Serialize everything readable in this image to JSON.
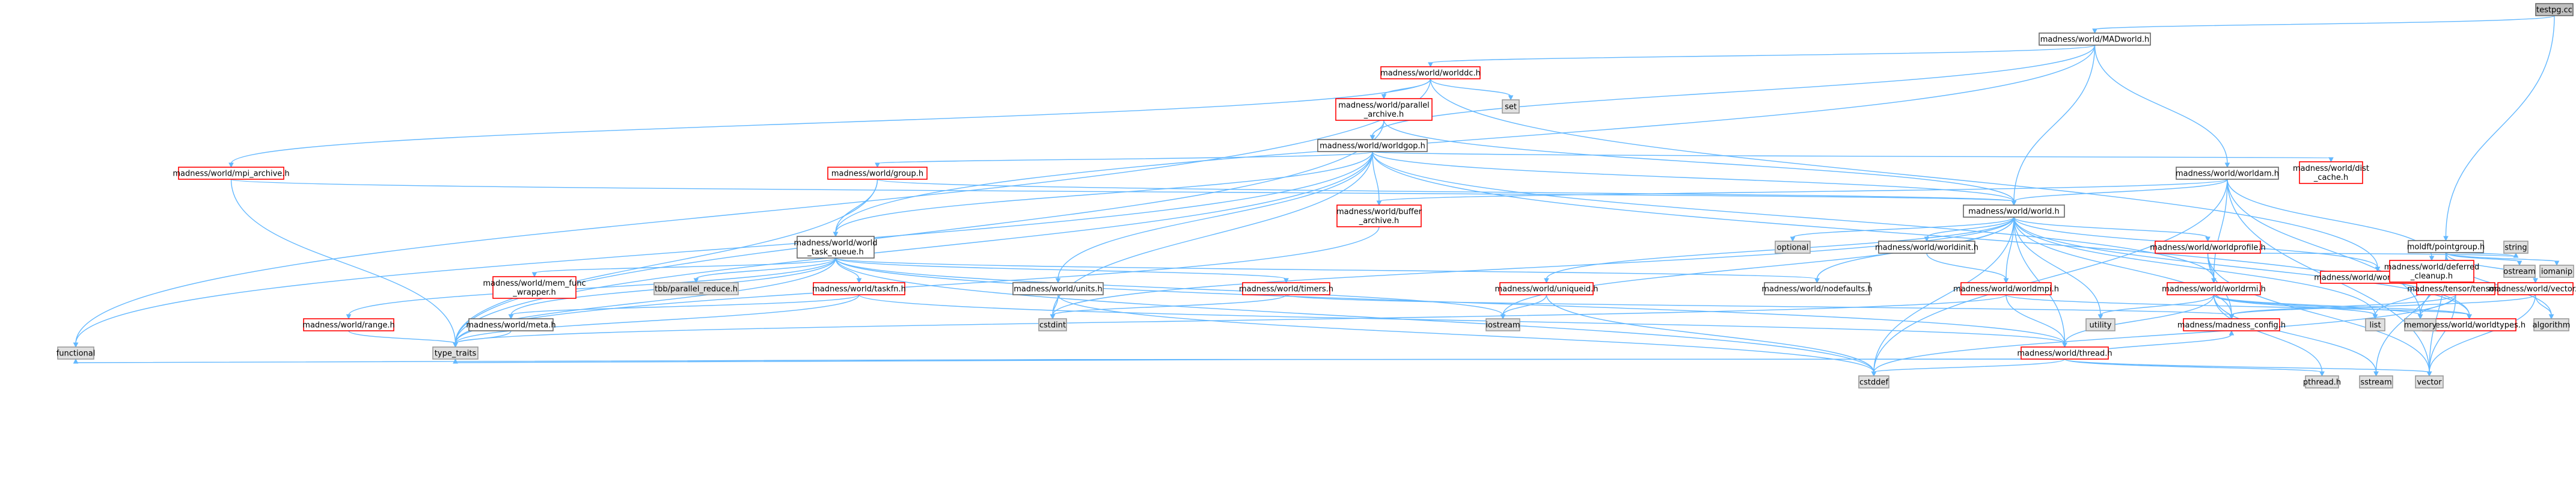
{
  "title": "testpg.cc",
  "nodes": [
    {
      "id": "testpg",
      "label": "testpg.cc",
      "style": "root"
    },
    {
      "id": "MADworld",
      "label": "madness/world/MADworld.h",
      "style": "black"
    },
    {
      "id": "pointgroup",
      "label": "moldft/pointgroup.h",
      "style": "black"
    },
    {
      "id": "worlddc",
      "label": "madness/world/worlddc.h",
      "style": "red"
    },
    {
      "id": "worldam",
      "label": "madness/world/worldam.h",
      "style": "black"
    },
    {
      "id": "parallel_archive",
      "label": "madness/world/parallel\n_archive.h",
      "style": "red"
    },
    {
      "id": "set",
      "label": "set",
      "style": "grey"
    },
    {
      "id": "worldgop",
      "label": "madness/world/worldgop.h",
      "style": "black"
    },
    {
      "id": "mpi_archive",
      "label": "madness/world/mpi_archive.h",
      "style": "red"
    },
    {
      "id": "group",
      "label": "madness/world/group.h",
      "style": "red"
    },
    {
      "id": "buffer_archive",
      "label": "madness/world/buffer\n_archive.h",
      "style": "red"
    },
    {
      "id": "world",
      "label": "madness/world/world.h",
      "style": "black"
    },
    {
      "id": "dist_cache",
      "label": "madness/world/dist\n_cache.h",
      "style": "red"
    },
    {
      "id": "world_task_queue",
      "label": "madness/world/world\n_task_queue.h",
      "style": "black"
    },
    {
      "id": "optional",
      "label": "optional",
      "style": "grey"
    },
    {
      "id": "worldinit",
      "label": "madness/world/worldinit.h",
      "style": "black"
    },
    {
      "id": "worldprofile",
      "label": "madness/world/worldprofile.h",
      "style": "red"
    },
    {
      "id": "worldhashmap",
      "label": "madness/world/worldhashmap.h",
      "style": "red"
    },
    {
      "id": "mem_func_wrapper",
      "label": "madness/world/mem_func\n_wrapper.h",
      "style": "red"
    },
    {
      "id": "tbb_parallel_reduce",
      "label": "tbb/parallel_reduce.h",
      "style": "grey"
    },
    {
      "id": "taskfn",
      "label": "madness/world/taskfn.h",
      "style": "red"
    },
    {
      "id": "units",
      "label": "madness/world/units.h",
      "style": "black"
    },
    {
      "id": "timers",
      "label": "madness/world/timers.h",
      "style": "red"
    },
    {
      "id": "uniqueid",
      "label": "madness/world/uniqueid.h",
      "style": "red"
    },
    {
      "id": "nodefaults",
      "label": "madness/world/nodefaults.h",
      "style": "black"
    },
    {
      "id": "worldmpi",
      "label": "madness/world/worldmpi.h",
      "style": "red"
    },
    {
      "id": "worldrmi",
      "label": "madness/world/worldrmi.h",
      "style": "red"
    },
    {
      "id": "deferred_cleanup",
      "label": "madness/world/deferred\n_cleanup.h",
      "style": "red"
    },
    {
      "id": "string",
      "label": "string",
      "style": "grey"
    },
    {
      "id": "tensor",
      "label": "madness/tensor/tensor.h",
      "style": "red"
    },
    {
      "id": "vector_h",
      "label": "madness/world/vector.h",
      "style": "red"
    },
    {
      "id": "ostream",
      "label": "ostream",
      "style": "grey"
    },
    {
      "id": "iomanip",
      "label": "iomanip",
      "style": "grey"
    },
    {
      "id": "range",
      "label": "madness/world/range.h",
      "style": "red"
    },
    {
      "id": "meta",
      "label": "madness/world/meta.h",
      "style": "black"
    },
    {
      "id": "cstdint",
      "label": "cstdint",
      "style": "grey"
    },
    {
      "id": "iostream",
      "label": "iostream",
      "style": "grey"
    },
    {
      "id": "madness_config",
      "label": "madness/madness_config.h",
      "style": "red"
    },
    {
      "id": "thread",
      "label": "madness/world/thread.h",
      "style": "red"
    },
    {
      "id": "worldtypes",
      "label": "madness/world/worldtypes.h",
      "style": "red"
    },
    {
      "id": "utility",
      "label": "utility",
      "style": "grey"
    },
    {
      "id": "list",
      "label": "list",
      "style": "grey"
    },
    {
      "id": "memory",
      "label": "memory",
      "style": "grey"
    },
    {
      "id": "algorithm",
      "label": "algorithm",
      "style": "grey"
    },
    {
      "id": "functional",
      "label": "functional",
      "style": "grey"
    },
    {
      "id": "type_traits",
      "label": "type_traits",
      "style": "grey"
    },
    {
      "id": "cstddef",
      "label": "cstddef",
      "style": "grey"
    },
    {
      "id": "pthread",
      "label": "pthread.h",
      "style": "grey"
    },
    {
      "id": "sstream",
      "label": "sstream",
      "style": "grey"
    },
    {
      "id": "vector",
      "label": "vector",
      "style": "grey"
    }
  ],
  "edges": [
    [
      "testpg",
      "MADworld"
    ],
    [
      "testpg",
      "pointgroup"
    ],
    [
      "MADworld",
      "worlddc"
    ],
    [
      "MADworld",
      "worldam"
    ],
    [
      "MADworld",
      "worldgop"
    ],
    [
      "MADworld",
      "world"
    ],
    [
      "MADworld",
      "world_task_queue"
    ],
    [
      "worlddc",
      "parallel_archive"
    ],
    [
      "worlddc",
      "set"
    ],
    [
      "worlddc",
      "mpi_archive"
    ],
    [
      "worlddc",
      "worldhashmap"
    ],
    [
      "worlddc",
      "functional"
    ],
    [
      "parallel_archive",
      "worldgop"
    ],
    [
      "parallel_archive",
      "world"
    ],
    [
      "parallel_archive",
      "type_traits"
    ],
    [
      "worldgop",
      "group"
    ],
    [
      "worldgop",
      "buffer_archive"
    ],
    [
      "worldgop",
      "world"
    ],
    [
      "worldgop",
      "dist_cache"
    ],
    [
      "worldgop",
      "world_task_queue"
    ],
    [
      "worldgop",
      "units"
    ],
    [
      "worldgop",
      "worldrmi"
    ],
    [
      "worldgop",
      "worldtypes"
    ],
    [
      "worldgop",
      "cstdint"
    ],
    [
      "worldgop",
      "type_traits"
    ],
    [
      "worldgop",
      "functional"
    ],
    [
      "mpi_archive",
      "world"
    ],
    [
      "mpi_archive",
      "type_traits"
    ],
    [
      "group",
      "world"
    ],
    [
      "group",
      "world_task_queue"
    ],
    [
      "group",
      "type_traits"
    ],
    [
      "buffer_archive",
      "type_traits"
    ],
    [
      "worldam",
      "buffer_archive"
    ],
    [
      "worldam",
      "world"
    ],
    [
      "worldam",
      "deferred_cleanup"
    ],
    [
      "worldam",
      "worldrmi"
    ],
    [
      "worldam",
      "vector"
    ],
    [
      "worldam",
      "cstddef"
    ],
    [
      "worldam",
      "memory"
    ],
    [
      "world",
      "optional"
    ],
    [
      "world",
      "worldinit"
    ],
    [
      "world",
      "worldprofile"
    ],
    [
      "world",
      "worldhashmap"
    ],
    [
      "world",
      "uniqueid"
    ],
    [
      "world",
      "nodefaults"
    ],
    [
      "world",
      "worldmpi"
    ],
    [
      "world",
      "thread"
    ],
    [
      "world",
      "madness_config"
    ],
    [
      "world",
      "worldtypes"
    ],
    [
      "world",
      "iostream"
    ],
    [
      "world",
      "list"
    ],
    [
      "world",
      "cstddef"
    ],
    [
      "world",
      "cstdint"
    ],
    [
      "world",
      "utility"
    ],
    [
      "world_task_queue",
      "mem_func_wrapper"
    ],
    [
      "world_task_queue",
      "tbb_parallel_reduce"
    ],
    [
      "world_task_queue",
      "taskfn"
    ],
    [
      "world_task_queue",
      "timers"
    ],
    [
      "world_task_queue",
      "range"
    ],
    [
      "world_task_queue",
      "meta"
    ],
    [
      "world_task_queue",
      "nodefaults"
    ],
    [
      "world_task_queue",
      "type_traits"
    ],
    [
      "world_task_queue",
      "iostream"
    ],
    [
      "world_task_queue",
      "cstddef"
    ],
    [
      "world_task_queue",
      "thread"
    ],
    [
      "worldinit",
      "worldmpi"
    ],
    [
      "worldprofile",
      "worldrmi"
    ],
    [
      "worldprofile",
      "madness_config"
    ],
    [
      "worldprofile",
      "string"
    ],
    [
      "worldprofile",
      "vector"
    ],
    [
      "taskfn",
      "meta"
    ],
    [
      "taskfn",
      "type_traits"
    ],
    [
      "taskfn",
      "thread"
    ],
    [
      "units",
      "cstdint"
    ],
    [
      "units",
      "cstddef"
    ],
    [
      "timers",
      "cstdint"
    ],
    [
      "timers",
      "madness_config"
    ],
    [
      "uniqueid",
      "iostream"
    ],
    [
      "uniqueid",
      "cstddef"
    ],
    [
      "worldmpi",
      "thread"
    ],
    [
      "worldmpi",
      "type_traits"
    ],
    [
      "worldmpi",
      "worldtypes"
    ],
    [
      "worldrmi",
      "thread"
    ],
    [
      "worldrmi",
      "worldtypes"
    ],
    [
      "worldrmi",
      "list"
    ],
    [
      "worldrmi",
      "memory"
    ],
    [
      "worldrmi",
      "utility"
    ],
    [
      "worldrmi",
      "sstream"
    ],
    [
      "worldrmi",
      "pthread"
    ],
    [
      "deferred_cleanup",
      "list"
    ],
    [
      "deferred_cleanup",
      "memory"
    ],
    [
      "range",
      "type_traits"
    ],
    [
      "meta",
      "type_traits"
    ],
    [
      "thread",
      "madness_config"
    ],
    [
      "thread",
      "pthread"
    ],
    [
      "thread",
      "cstddef"
    ],
    [
      "thread",
      "type_traits"
    ],
    [
      "thread",
      "vector"
    ],
    [
      "thread",
      "functional"
    ],
    [
      "pointgroup",
      "tensor"
    ],
    [
      "pointgroup",
      "vector_h"
    ],
    [
      "pointgroup",
      "string"
    ],
    [
      "pointgroup",
      "ostream"
    ],
    [
      "pointgroup",
      "iomanip"
    ],
    [
      "pointgroup",
      "sstream"
    ],
    [
      "pointgroup",
      "vector"
    ],
    [
      "pointgroup",
      "algorithm"
    ],
    [
      "tensor",
      "madness_config"
    ],
    [
      "tensor",
      "memory"
    ],
    [
      "tensor",
      "cstddef"
    ],
    [
      "tensor",
      "vector"
    ],
    [
      "vector_h",
      "madness_config"
    ],
    [
      "vector_h",
      "algorithm"
    ],
    [
      "vector_h",
      "vector"
    ]
  ]
}
